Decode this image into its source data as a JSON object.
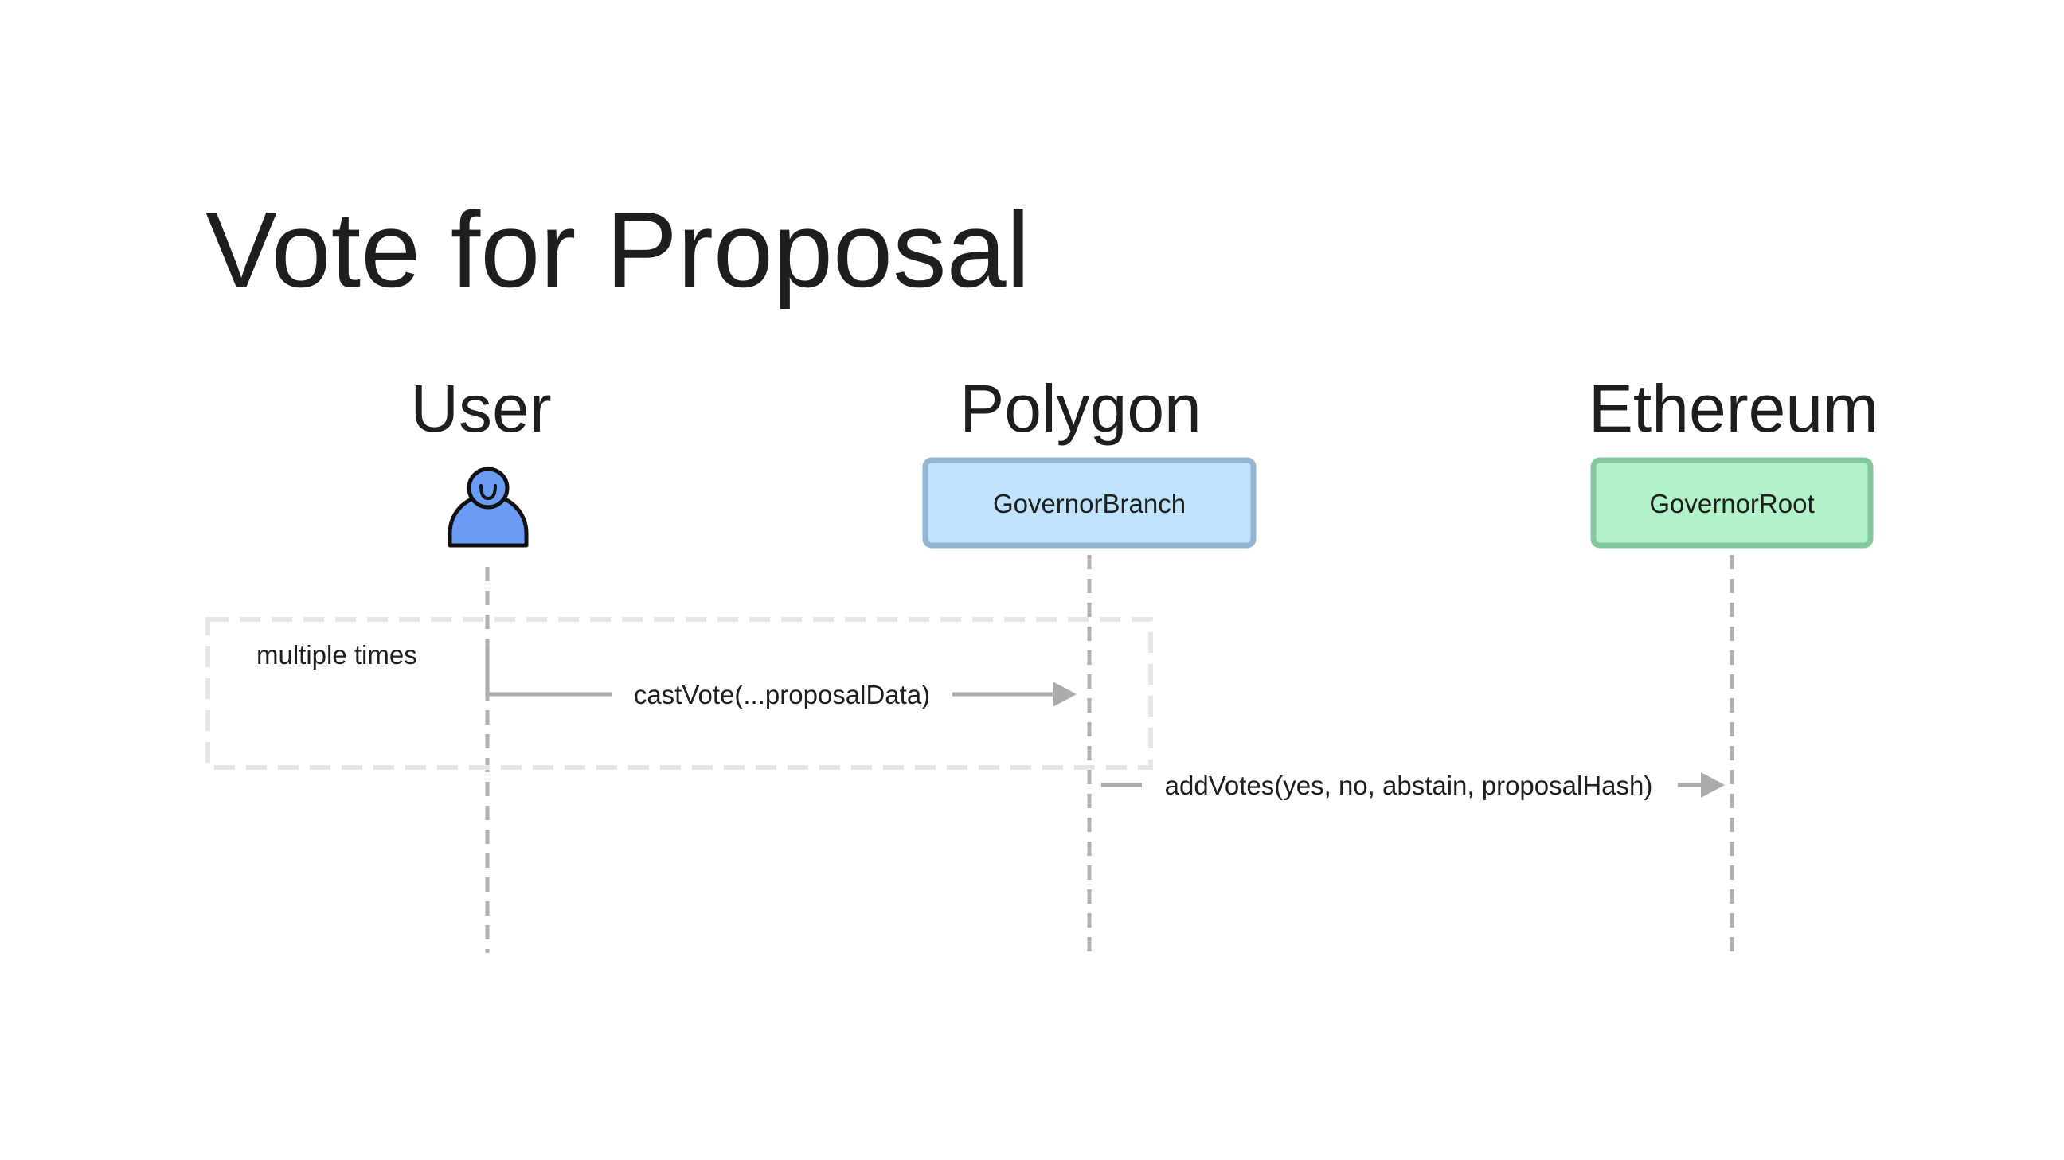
{
  "diagram": {
    "title": "Vote for Proposal",
    "participants": [
      {
        "id": "user",
        "heading": "User",
        "kind": "actor",
        "icon": "person-icon"
      },
      {
        "id": "polygon",
        "heading": "Polygon",
        "kind": "contract",
        "label": "GovernorBranch",
        "fill": "#bfe3fd",
        "stroke": "#92b5d3"
      },
      {
        "id": "ethereum",
        "heading": "Ethereum",
        "kind": "contract",
        "label": "GovernorRoot",
        "fill": "#b2f2c9",
        "stroke": "#85c79f"
      }
    ],
    "loop": {
      "label": "multiple times"
    },
    "messages": [
      {
        "from": "user",
        "to": "polygon",
        "label": "castVote(...proposalData)"
      },
      {
        "from": "polygon",
        "to": "ethereum",
        "label": "addVotes(yes, no, abstain, proposalHash)"
      }
    ],
    "colors": {
      "actor_fill": "#6b9bf5",
      "lifeline": "#b0b0b0",
      "arrow": "#ababab",
      "loop_border": "#e6e6e6"
    }
  }
}
